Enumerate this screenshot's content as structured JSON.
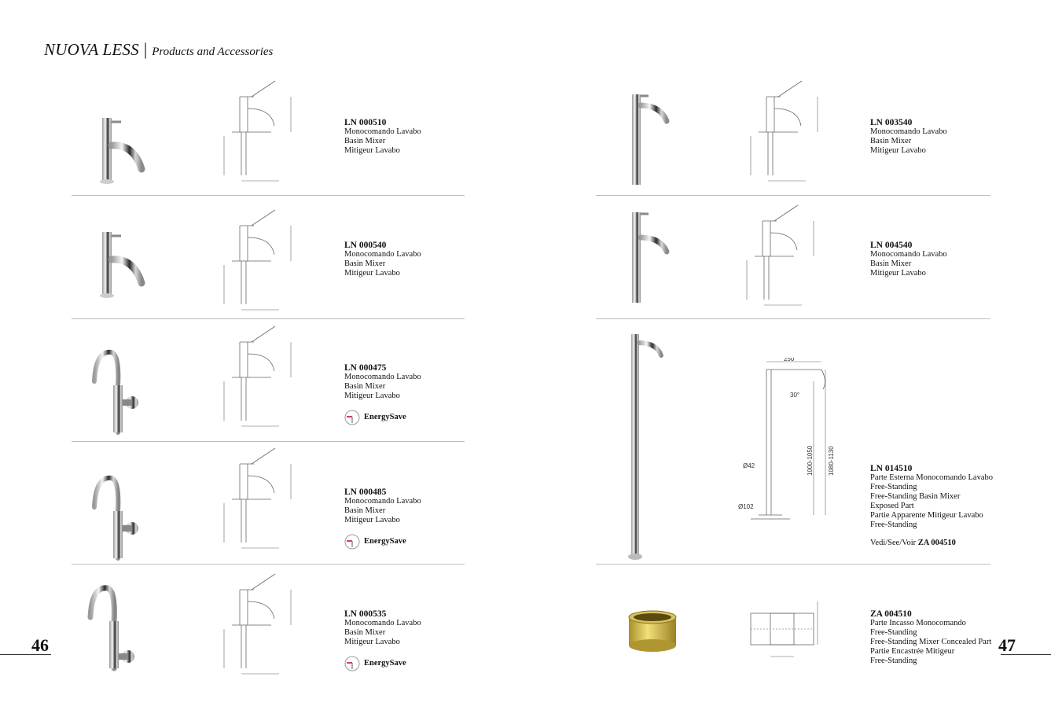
{
  "header": {
    "brand": "NUOVA LESS",
    "separator": "|",
    "subtitle": "Products and Accessories"
  },
  "page_left": "46",
  "page_right": "47",
  "energy_label": "EnergySave",
  "ref_prefix": "Vedi/See/Voir",
  "large_drawing_dims": {
    "width": "250",
    "angle": "30°",
    "pipe": "Ø42",
    "base": "Ø102",
    "h1": "1000-1050",
    "h2": "1080-1130"
  },
  "left_products": [
    {
      "code": "LN 000510",
      "lines": [
        "Monocomando Lavabo",
        "Basin Mixer",
        "Mitigeur Lavabo"
      ],
      "energy": false,
      "style": "short"
    },
    {
      "code": "LN 000540",
      "lines": [
        "Monocomando Lavabo",
        "Basin Mixer",
        "Mitigeur Lavabo"
      ],
      "energy": false,
      "style": "short"
    },
    {
      "code": "LN 000475",
      "lines": [
        "Monocomando Lavabo",
        "Basin Mixer",
        "Mitigeur Lavabo"
      ],
      "energy": true,
      "style": "swan"
    },
    {
      "code": "LN 000485",
      "lines": [
        "Monocomando Lavabo",
        "Basin Mixer",
        "Mitigeur Lavabo"
      ],
      "energy": true,
      "style": "swan"
    },
    {
      "code": "LN 000535",
      "lines": [
        "Monocomando Lavabo",
        "Basin Mixer",
        "Mitigeur Lavabo"
      ],
      "energy": true,
      "style": "swanhigh"
    }
  ],
  "right_products": [
    {
      "code": "LN 003540",
      "lines": [
        "Monocomando Lavabo",
        "Basin Mixer",
        "Mitigeur Lavabo"
      ],
      "style": "tall"
    },
    {
      "code": "LN 004540",
      "lines": [
        "Monocomando Lavabo",
        "Basin Mixer",
        "Mitigeur Lavabo"
      ],
      "style": "taller"
    },
    {
      "code": "LN 014510",
      "lines": [
        "Parte Esterna Monocomando Lavabo",
        "Free-Standing",
        "Free-Standing Basin Mixer",
        "Exposed Part",
        "Partie Apparente Mitigeur Lavabo",
        "Free-Standing"
      ],
      "ref": "ZA 004510",
      "style": "floor"
    },
    {
      "code": "ZA 004510",
      "lines": [
        "Parte Incasso Monocomando",
        "Free-Standing",
        "Free-Standing Mixer Concealed Part",
        "Partie Encastrée Mitigeur",
        "Free-Standing"
      ],
      "style": "concealed"
    }
  ]
}
